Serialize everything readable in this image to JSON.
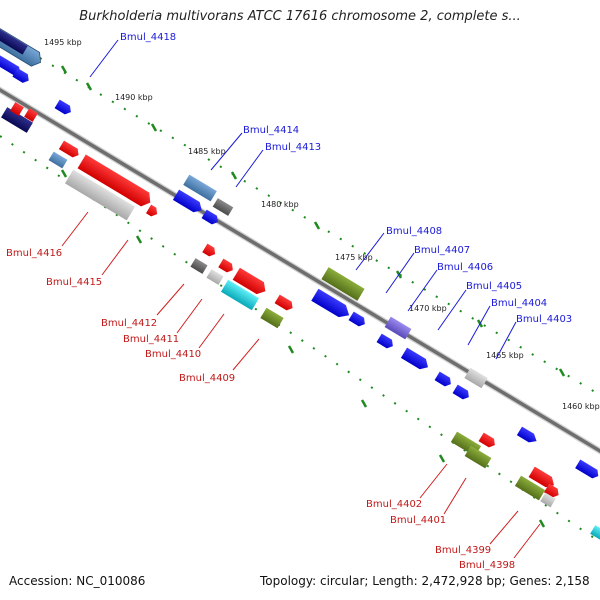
{
  "title": "Burkholderia multivorans ATCC 17616 chromosome 2, complete s...",
  "footer": {
    "accession": "Accession: NC_010086",
    "summary": "Topology: circular; Length: 2,472,928 bp; Genes: 2,158"
  },
  "colors": {
    "blue": "#1010e0",
    "red": "#ee1010",
    "steel": "#4f86b8",
    "navy": "#101070",
    "gray": "#c4c4c4",
    "darkgray": "#6a6a6a",
    "olive": "#6b8e23",
    "cyan": "#10c8d8",
    "purple": "#7a6ad8",
    "tick": "#1f8a1f",
    "backbone": "#6e6e6e"
  },
  "kbp_labels": [
    "1495 kbp",
    "1490 kbp",
    "1485 kbp",
    "1480 kbp",
    "1475 kbp",
    "1470 kbp",
    "1465 kbp",
    "1460 kbp"
  ],
  "gene_labels_top": [
    "Bmul_4418",
    "Bmul_4414",
    "Bmul_4413",
    "Bmul_4408",
    "Bmul_4407",
    "Bmul_4406",
    "Bmul_4405",
    "Bmul_4404",
    "Bmul_4403"
  ],
  "gene_labels_bottom": [
    "Bmul_4416",
    "Bmul_4415",
    "Bmul_4412",
    "Bmul_4411",
    "Bmul_4410",
    "Bmul_4409",
    "Bmul_4402",
    "Bmul_4401",
    "Bmul_4399",
    "Bmul_4398"
  ]
}
